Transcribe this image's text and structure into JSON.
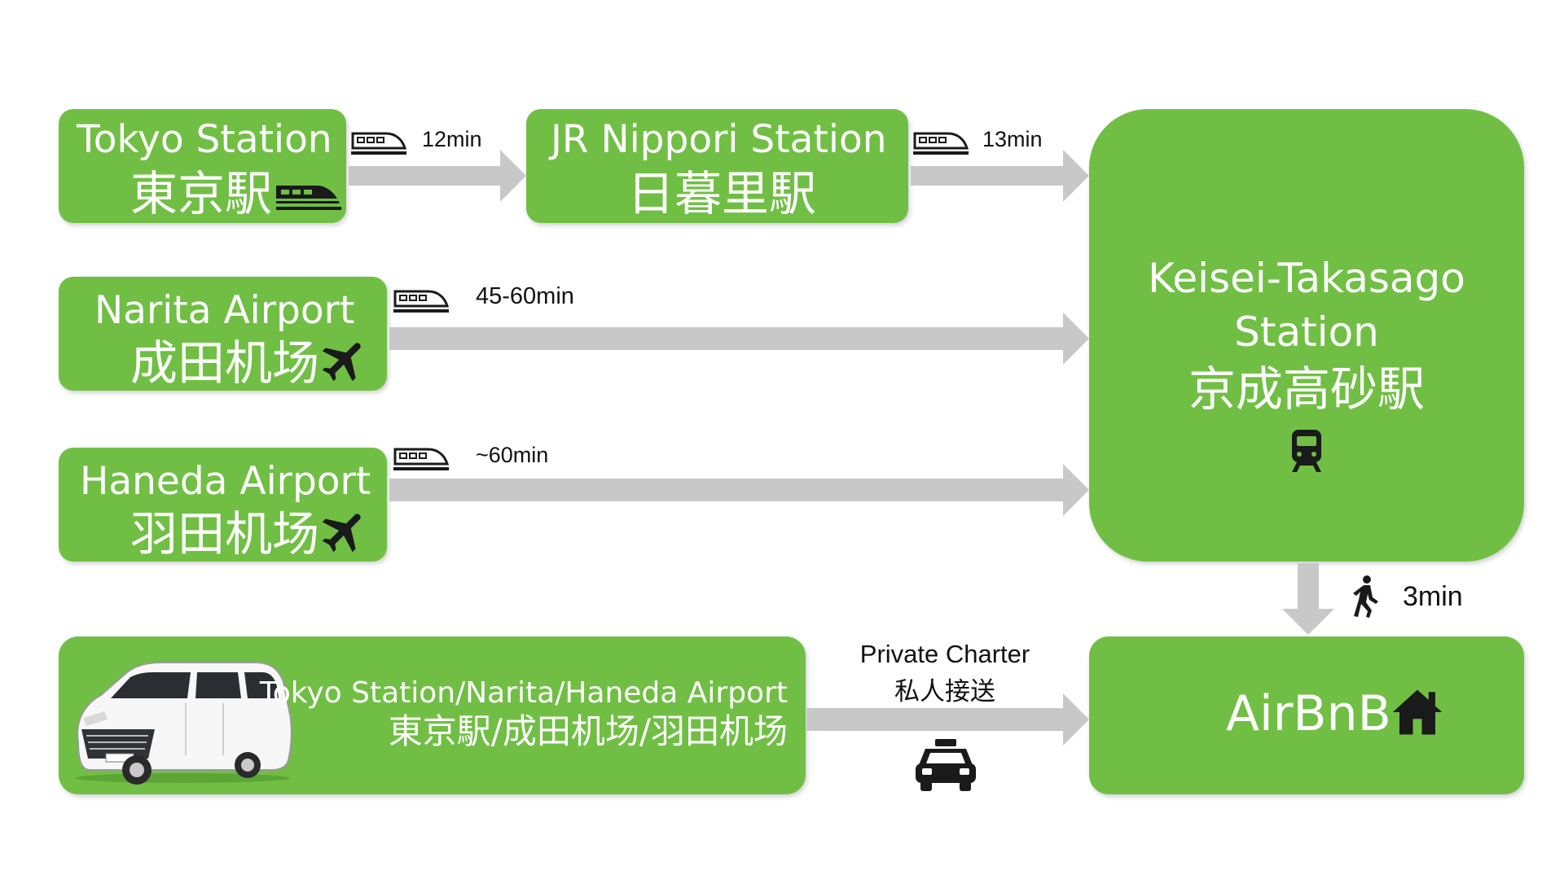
{
  "nodes": {
    "tokyo": {
      "en": "Tokyo Station",
      "zh": "東京駅"
    },
    "nippori": {
      "en": "JR Nippori Station",
      "zh": "日暮里駅"
    },
    "narita": {
      "en": "Narita Airport",
      "zh": "成田机场"
    },
    "haneda": {
      "en": "Haneda Airport",
      "zh": "羽田机场"
    },
    "keisei": {
      "en_line1": "Keisei-Takasago",
      "en_line2": "Station",
      "zh": "京成高砂駅"
    },
    "charter": {
      "en": "Tokyo Station/Narita/Haneda Airport",
      "zh": "東京駅/成田机场/羽田机场"
    },
    "airbnb": {
      "label": "AirBnB"
    }
  },
  "edges": {
    "tokyo_nippori": {
      "time": "12min",
      "icon": "train-icon"
    },
    "nippori_keisei": {
      "time": "13min",
      "icon": "train-icon"
    },
    "narita_keisei": {
      "time": "45-60min",
      "icon": "train-icon"
    },
    "haneda_keisei": {
      "time": "~60min",
      "icon": "train-icon"
    },
    "keisei_airbnb": {
      "time": "3min",
      "icon": "walking-person-icon"
    },
    "charter_airbnb": {
      "label_en": "Private Charter",
      "label_zh": "私人接送",
      "icon": "taxi-icon"
    }
  },
  "colors": {
    "box": "#70bf44",
    "arrow": "#c8c8c8",
    "text_on_box": "#ffffff",
    "label": "#111111"
  }
}
